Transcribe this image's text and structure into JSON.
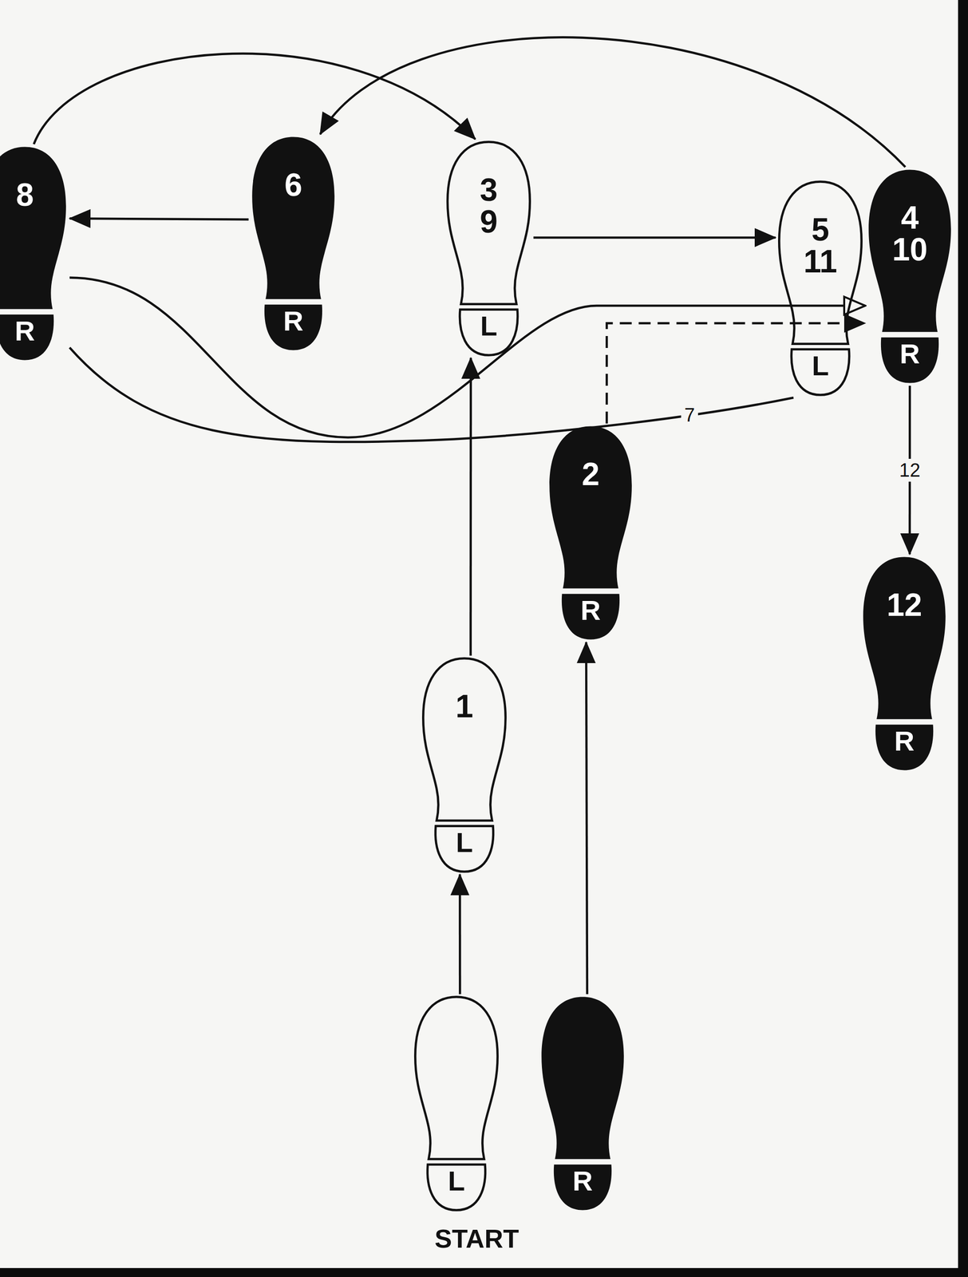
{
  "diagram": {
    "nodes": [
      {
        "text": [
          "8",
          "R"
        ]
      },
      {
        "text": [
          "6",
          "R"
        ]
      },
      {
        "text": [
          "3",
          "9",
          "L"
        ]
      },
      {
        "text": [
          "5",
          "11",
          "L"
        ]
      },
      {
        "text": [
          "4",
          "10",
          "R"
        ]
      },
      {
        "text": [
          "2",
          "R"
        ]
      },
      {
        "text": [
          "12",
          "R"
        ]
      },
      {
        "text": [
          "1",
          "L"
        ]
      },
      {
        "text": [
          "L"
        ]
      },
      {
        "text": [
          "R"
        ]
      }
    ],
    "edges": [
      {
        "from": 8,
        "to": 7,
        "arrow": "to"
      },
      {
        "from": 9,
        "to": 5,
        "arrow": "to"
      },
      {
        "from": 7,
        "to": 2,
        "arrow": "to"
      },
      {
        "from": 5,
        "to": 4,
        "arrow": "to"
      },
      {
        "from": 2,
        "to": 3,
        "arrow": "to"
      },
      {
        "from": 4,
        "to": 1,
        "arrow": "to"
      },
      {
        "from": 1,
        "to": 0,
        "arrow": "to"
      },
      {
        "from": 0,
        "to": 2,
        "arrow": "to"
      },
      {
        "from": 0,
        "to": 4,
        "arrow": "to"
      },
      {
        "from": 0,
        "to": 3,
        "label": "7",
        "arrow": "none"
      },
      {
        "from": 4,
        "to": 6,
        "label": "12",
        "arrow": "to"
      }
    ],
    "labels": [
      "START"
    ]
  }
}
